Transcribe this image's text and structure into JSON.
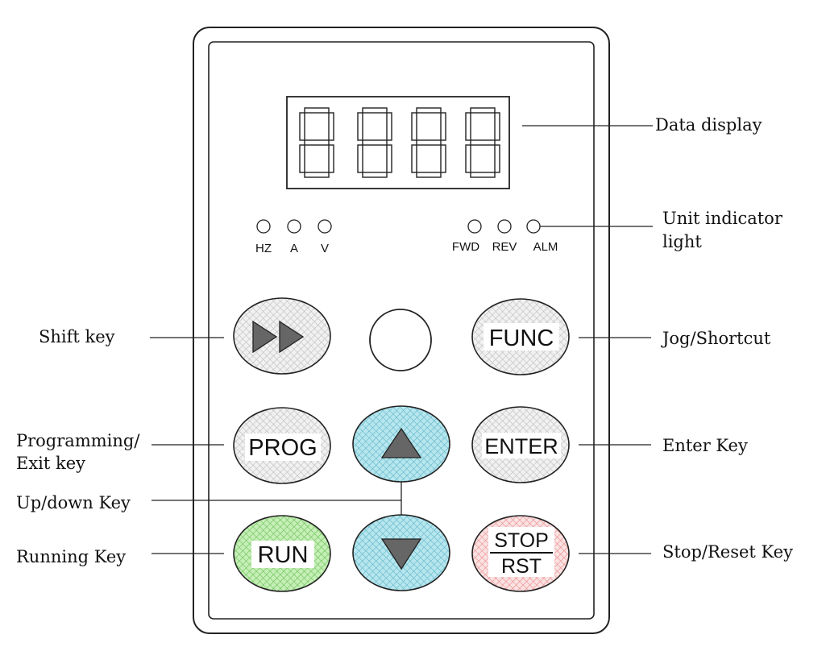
{
  "panel": {
    "leds_left": [
      "HZ",
      "A",
      "V"
    ],
    "leds_right": [
      "FWD",
      "REV",
      "ALM"
    ]
  },
  "keys": {
    "func": "FUNC",
    "prog": "PROG",
    "enter": "ENTER",
    "run": "RUN",
    "stop_top": "STOP",
    "stop_bottom": "RST"
  },
  "annotations": {
    "data_display": "Data display",
    "unit_indicator_line1": "Unit indicator",
    "unit_indicator_line2": "light",
    "shift_key": "Shift key",
    "jog_shortcut": "Jog/Shortcut",
    "programming_line1": "Programming/",
    "programming_line2": "Exit key",
    "enter_key": "Enter Key",
    "updown_key": "Up/down Key",
    "running_key": "Running Key",
    "stop_reset_key": "Stop/Reset Key"
  },
  "colors": {
    "neutral_key": "#d9d9d9",
    "updown_key": "#8fd3e0",
    "run_key": "#8fd97a",
    "stop_key": "#f08a8a"
  }
}
